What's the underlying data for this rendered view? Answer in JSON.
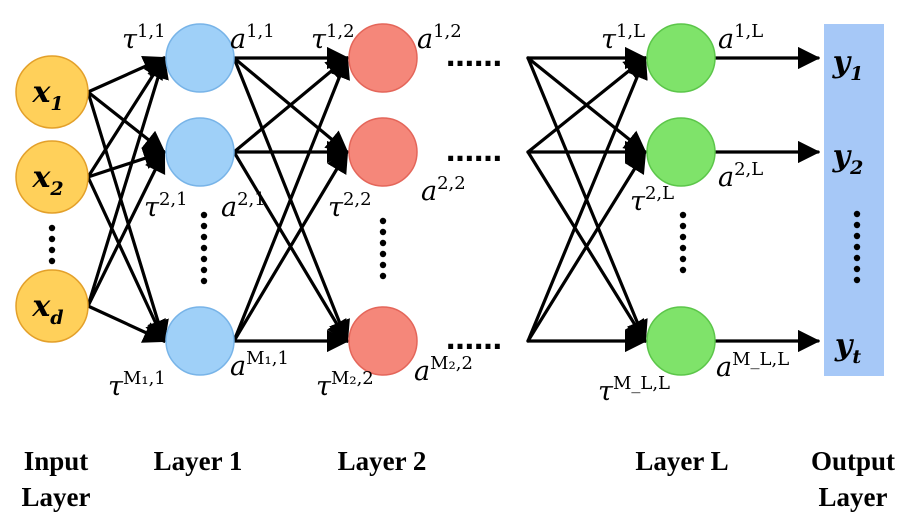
{
  "colors": {
    "input_fill": "#FFD05A",
    "input_stroke": "#E3A02A",
    "layer1_fill": "#9FD0F8",
    "layer1_stroke": "#78B4E8",
    "layer2_fill": "#F5877A",
    "layer2_stroke": "#E4665A",
    "layerL_fill": "#7FE36A",
    "layerL_stroke": "#5CC64A",
    "output_fill": "#A6C8F7",
    "edge": "#000000"
  },
  "input_nodes": [
    {
      "base": "x",
      "sub": "1"
    },
    {
      "base": "x",
      "sub": "2"
    },
    {
      "base": "x",
      "sub": "d"
    }
  ],
  "outputs": [
    {
      "base": "y",
      "sub": "1"
    },
    {
      "base": "y",
      "sub": "2"
    },
    {
      "base": "y",
      "sub": "t"
    }
  ],
  "layer1": {
    "tau": [
      {
        "base": "τ",
        "sup": "1,1"
      },
      {
        "base": "τ",
        "sup": "2,1"
      },
      {
        "base": "τ",
        "sup": "M₁,1"
      }
    ],
    "a": [
      {
        "base": "a",
        "sup": "1,1"
      },
      {
        "base": "a",
        "sup": "2,1"
      },
      {
        "base": "a",
        "sup": "M₁,1"
      }
    ]
  },
  "layer2": {
    "tau": [
      {
        "base": "τ",
        "sup": "1,2"
      },
      {
        "base": "τ",
        "sup": "2,2"
      },
      {
        "base": "τ",
        "sup": "M₂,2"
      }
    ],
    "a": [
      {
        "base": "a",
        "sup": "1,2"
      },
      {
        "base": "a",
        "sup": "2,2"
      },
      {
        "base": "a",
        "sup": "M₂,2"
      }
    ]
  },
  "layerL": {
    "tau": [
      {
        "base": "τ",
        "sup": "1,L"
      },
      {
        "base": "τ",
        "sup": "2,L"
      },
      {
        "base": "τ",
        "sup": "M_L,L"
      }
    ],
    "a": [
      {
        "base": "a",
        "sup": "1,L"
      },
      {
        "base": "a",
        "sup": "2,L"
      },
      {
        "base": "a",
        "sup": "M_L,L"
      }
    ]
  },
  "titles": {
    "input": [
      "Input",
      "Layer"
    ],
    "layer1": "Layer 1",
    "layer2": "Layer 2",
    "layerL": "Layer L",
    "output": [
      "Output",
      "Layer"
    ]
  },
  "ellipsis_h": "……",
  "ellipsis_v": "⋮"
}
